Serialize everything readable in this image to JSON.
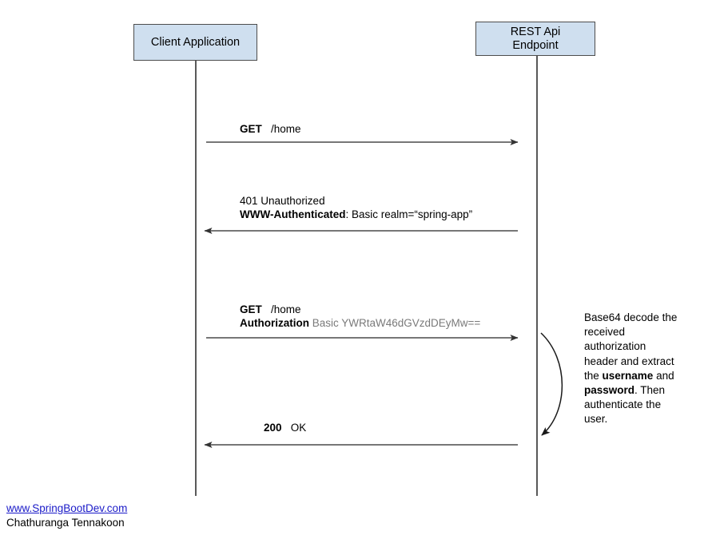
{
  "diagram": {
    "type": "sequence-diagram",
    "title": "HTTP Basic Authentication sequence",
    "colors": {
      "participant_fill": "#cfdfef",
      "participant_border": "#4d4d4d",
      "lifeline": "#595959",
      "arrow": "#404040",
      "text": "#000000",
      "dim_text": "#7a7a7a",
      "link": "#1a1ac8"
    },
    "participants": [
      {
        "id": "client",
        "label": "Client Application"
      },
      {
        "id": "api",
        "label": "REST Api\nEndpoint",
        "line1": "REST Api",
        "line2": "Endpoint"
      }
    ],
    "messages": [
      {
        "id": "get-home",
        "direction": "right",
        "from": "client",
        "to": "api",
        "lines": [
          {
            "parts": [
              {
                "text": "GET",
                "bold": true
              },
              {
                "text": "   /home",
                "bold": false
              }
            ]
          }
        ]
      },
      {
        "id": "401-unauthorized",
        "direction": "left",
        "from": "api",
        "to": "client",
        "lines": [
          {
            "parts": [
              {
                "text": "401 Unauthorized",
                "bold": false
              }
            ]
          },
          {
            "parts": [
              {
                "text": "WWW-Authenticated",
                "bold": true
              },
              {
                "text": ": Basic realm=“spring-app”",
                "bold": false
              }
            ]
          }
        ]
      },
      {
        "id": "get-home-authorization",
        "direction": "right",
        "from": "client",
        "to": "api",
        "lines": [
          {
            "parts": [
              {
                "text": "GET",
                "bold": true
              },
              {
                "text": "   /home",
                "bold": false
              }
            ]
          },
          {
            "parts": [
              {
                "text": "Authorization",
                "bold": true
              },
              {
                "text": " Basic YWRtaW46dGVzdDEyMw==",
                "bold": false,
                "dim": true
              }
            ]
          }
        ]
      },
      {
        "id": "200-ok",
        "direction": "left",
        "from": "api",
        "to": "client",
        "lines": [
          {
            "parts": [
              {
                "text": "200",
                "bold": true
              },
              {
                "text": "   OK",
                "bold": false
              }
            ]
          }
        ]
      }
    ],
    "self_call_note": {
      "id": "base64-decode-note",
      "parts": [
        {
          "text": "Base64 decode the received authorization header and extract the ",
          "bold": false
        },
        {
          "text": "username",
          "bold": true
        },
        {
          "text": " and ",
          "bold": false
        },
        {
          "text": "password",
          "bold": true
        },
        {
          "text": ". Then authenticate the user.",
          "bold": false
        }
      ]
    }
  },
  "footer": {
    "link": "www.SpringBootDev.com",
    "author": "Chathuranga Tennakoon"
  }
}
